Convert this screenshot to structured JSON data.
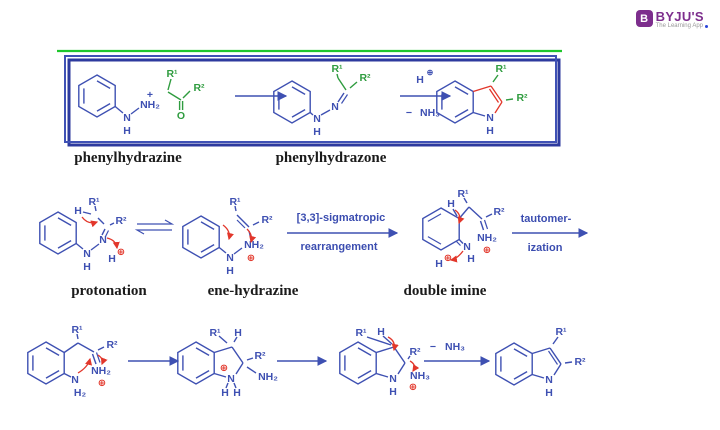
{
  "logo": {
    "initial": "B",
    "brand": "BYJU'S",
    "tagline": "The Learning App"
  },
  "colors": {
    "structure_blue": "#3e50b2",
    "substituent_green": "#2f9c3f",
    "arrow_red": "#e2372b",
    "box_border_blue": "#3f51b5",
    "top_line_green": "#1ec62c",
    "label_black": "#1b1b1b",
    "brand_purple": "#7d2e8d"
  },
  "atoms": {
    "r1": "R¹",
    "r2": "R²",
    "n": "N",
    "h": "H",
    "h2": "H₂",
    "nh2": "NH₂",
    "nh3": "NH₃",
    "o": "O",
    "oplus": "⊕",
    "plus": "+",
    "minus": "−"
  },
  "box": {
    "reactant_label": "phenylhydrazine",
    "product_label": "phenylhydrazone"
  },
  "mechanism": {
    "step1_label": "protonation",
    "step2_label": "ene-hydrazine",
    "step3_label": "double imine",
    "arrow1_line1": "[3,3]-sigmatropic",
    "arrow1_line2": "rearrangement",
    "arrow2_line1": "tautomer-",
    "arrow2_line2": "ization"
  }
}
